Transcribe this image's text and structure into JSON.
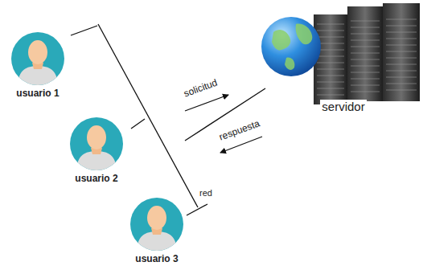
{
  "diagram": {
    "nodes": [
      {
        "text": [
          "usuario 1"
        ]
      },
      {
        "text": [
          "usuario 2"
        ]
      },
      {
        "text": [
          "usuario 3"
        ]
      },
      {
        "text": [
          "servidor"
        ]
      }
    ],
    "labels": [
      "solicitud",
      "respuesta",
      "red"
    ]
  }
}
